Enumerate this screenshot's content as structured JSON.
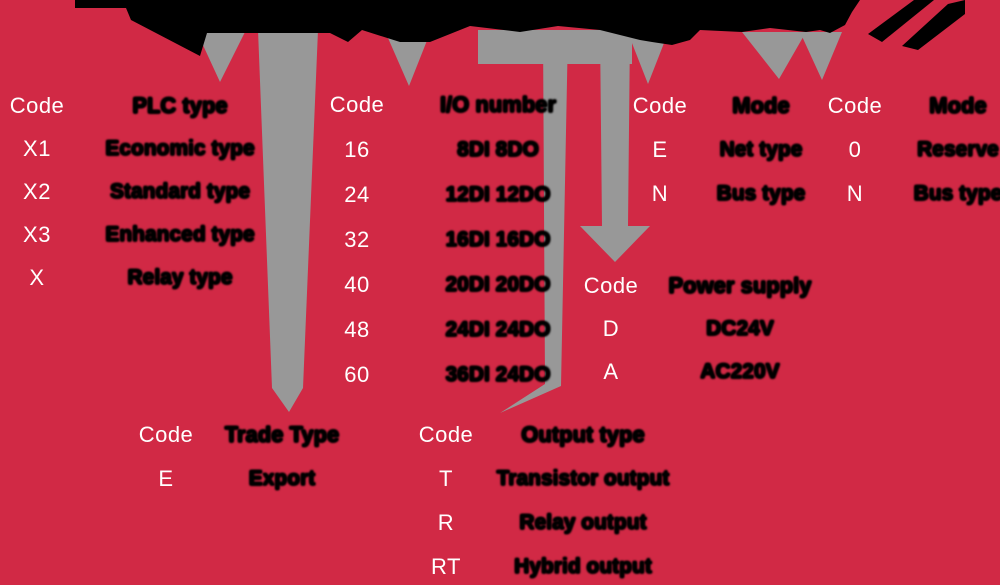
{
  "colors": {
    "background": "#d12945",
    "arrow_gray": "#989898",
    "code_text": "#ffffff",
    "desc_text": "#000000"
  },
  "tables": {
    "plc_type": {
      "code_header": "Code",
      "desc_header": "PLC type",
      "rows": [
        {
          "code": "X1",
          "desc": "Economic type"
        },
        {
          "code": "X2",
          "desc": "Standard type"
        },
        {
          "code": "X3",
          "desc": "Enhanced type"
        },
        {
          "code": "X",
          "desc": "Relay type"
        }
      ]
    },
    "io_number": {
      "code_header": "Code",
      "desc_header": "I/O number",
      "rows": [
        {
          "code": "16",
          "desc": "8DI 8DO"
        },
        {
          "code": "24",
          "desc": "12DI 12DO"
        },
        {
          "code": "32",
          "desc": "16DI 16DO"
        },
        {
          "code": "40",
          "desc": "20DI 20DO"
        },
        {
          "code": "48",
          "desc": "24DI 24DO"
        },
        {
          "code": "60",
          "desc": "36DI 24DO"
        }
      ]
    },
    "net_mode": {
      "code_header": "Code",
      "desc_header": "Mode",
      "rows": [
        {
          "code": "E",
          "desc": "Net type"
        },
        {
          "code": "N",
          "desc": "Bus type"
        }
      ]
    },
    "reserve_mode": {
      "code_header": "Code",
      "desc_header": "Mode",
      "rows": [
        {
          "code": "0",
          "desc": "Reserve"
        },
        {
          "code": "N",
          "desc": "Bus type"
        }
      ]
    },
    "power_supply": {
      "code_header": "Code",
      "desc_header": "Power supply",
      "rows": [
        {
          "code": "D",
          "desc": "DC24V"
        },
        {
          "code": "A",
          "desc": "AC220V"
        }
      ]
    },
    "trade_type": {
      "code_header": "Code",
      "desc_header": "Trade Type",
      "rows": [
        {
          "code": "E",
          "desc": "Export"
        }
      ]
    },
    "output_type": {
      "code_header": "Code",
      "desc_header": "Output type",
      "rows": [
        {
          "code": "T",
          "desc": "Transistor output"
        },
        {
          "code": "R",
          "desc": "Relay output"
        },
        {
          "code": "RT",
          "desc": "Hybrid output"
        }
      ]
    }
  }
}
